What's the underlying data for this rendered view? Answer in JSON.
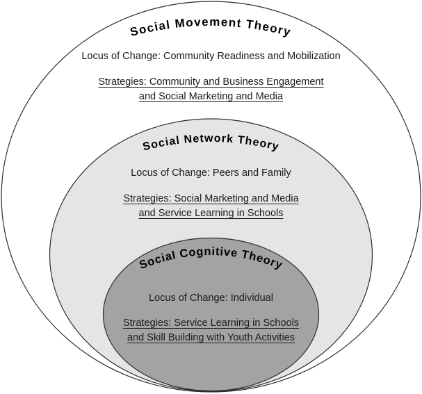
{
  "diagram": {
    "stroke_color": "#2b2b2b",
    "text_color": "#1c1c1c",
    "rings": [
      {
        "title": "Social Movement Theory",
        "locus": "Locus of Change: Community Readiness and Mobilization",
        "strategies_line1": "Strategies: Community and Business Engagement",
        "strategies_line2": "and Social Marketing and Media",
        "fill": "#ffffff"
      },
      {
        "title": "Social Network Theory",
        "locus": "Locus of Change: Peers and Family",
        "strategies_line1": "Strategies: Social Marketing and Media",
        "strategies_line2": "and Service Learning in Schools",
        "fill": "#e5e5e5"
      },
      {
        "title": "Social Cognitive Theory",
        "locus": "Locus of Change: Individual",
        "strategies_line1": "Strategies: Service Learning in Schools",
        "strategies_line2": "and Skill Building with Youth Activities",
        "fill": "#a3a3a3"
      }
    ]
  }
}
